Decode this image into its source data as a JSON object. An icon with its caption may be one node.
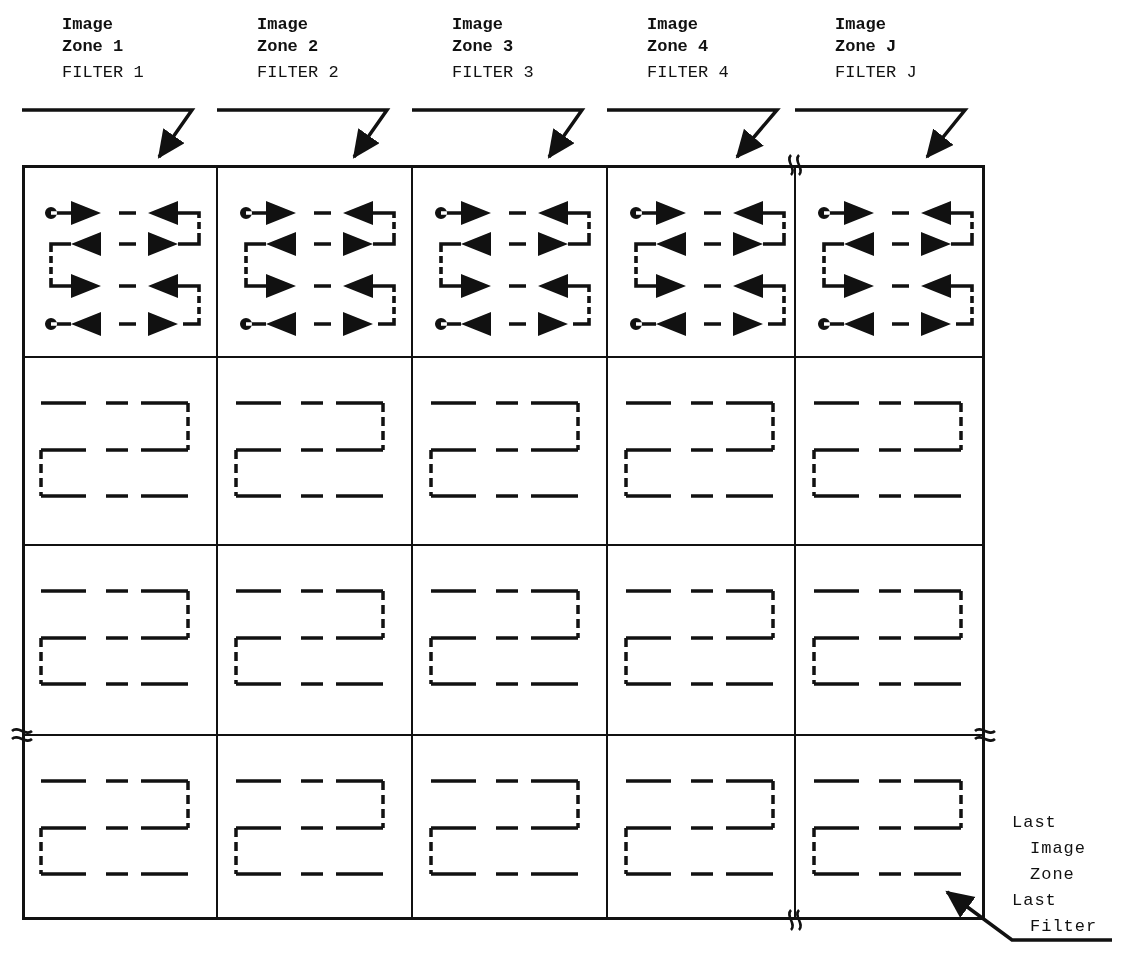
{
  "diagram": {
    "nodes": [
      {
        "text": [
          "Image Zone 1",
          "FILTER 1"
        ]
      },
      {
        "text": [
          "Image Zone 2",
          "FILTER 2"
        ]
      },
      {
        "text": [
          "Image Zone 3",
          "FILTER 3"
        ]
      },
      {
        "text": [
          "Image Zone 4",
          "FILTER 4"
        ]
      },
      {
        "text": [
          "Image Zone J",
          "FILTER J"
        ]
      },
      {
        "text": [],
        "shape": "box"
      },
      {
        "text": [],
        "shape": "box",
        "in": 5
      },
      {
        "text": [],
        "shape": "box",
        "in": 5
      },
      {
        "text": [],
        "shape": "box",
        "in": 5
      },
      {
        "text": [],
        "shape": "box",
        "in": 5
      },
      {
        "text": [],
        "shape": "box",
        "in": 5
      },
      {
        "text": [],
        "shape": "box",
        "in": 5
      },
      {
        "text": [],
        "shape": "box",
        "in": 5
      },
      {
        "text": [],
        "shape": "box",
        "in": 5
      },
      {
        "text": [],
        "shape": "box",
        "in": 5
      },
      {
        "text": [],
        "shape": "box",
        "in": 5
      },
      {
        "text": [],
        "shape": "box",
        "in": 5
      },
      {
        "text": [],
        "shape": "box",
        "in": 5
      },
      {
        "text": [],
        "shape": "box",
        "in": 5
      },
      {
        "text": [],
        "shape": "box",
        "in": 5
      },
      {
        "text": [],
        "shape": "box",
        "in": 5
      },
      {
        "text": [],
        "shape": "box",
        "in": 5
      },
      {
        "text": [],
        "shape": "box",
        "in": 5
      },
      {
        "text": [],
        "shape": "box",
        "in": 5
      },
      {
        "text": [],
        "shape": "box",
        "in": 5
      },
      {
        "text": [],
        "shape": "box",
        "in": 5
      },
      {
        "text": [
          "Last Image Zone",
          "Last Filter"
        ]
      }
    ],
    "edges": [
      {
        "from": 0,
        "to": 6,
        "arrow": "to"
      },
      {
        "from": 1,
        "to": 7,
        "arrow": "to"
      },
      {
        "from": 2,
        "to": 8,
        "arrow": "to"
      },
      {
        "from": 3,
        "to": 9,
        "arrow": "to"
      },
      {
        "from": 4,
        "to": 10,
        "arrow": "to"
      },
      {
        "from": 26,
        "to": 25,
        "arrow": "to"
      }
    ]
  }
}
